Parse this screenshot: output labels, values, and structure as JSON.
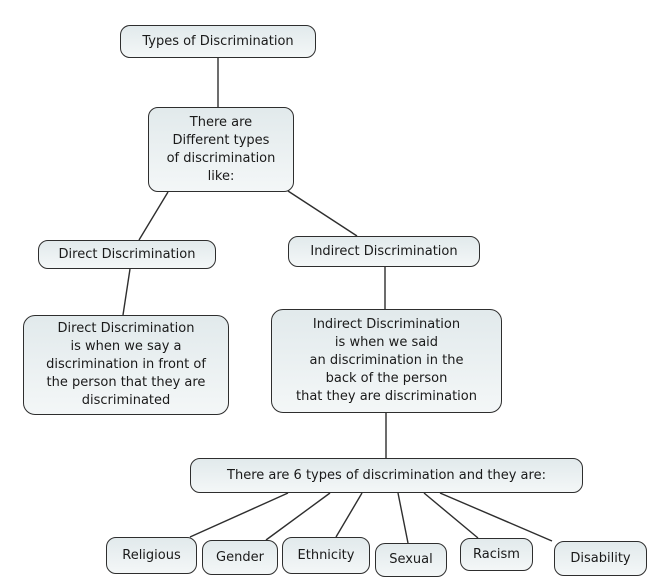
{
  "diagram": {
    "title": "Types of Discrimination",
    "type": "concept-map",
    "colors": {
      "node_fill": "#eaf0f1",
      "node_border": "#2e2e2e",
      "text_color": "#1a1a1a",
      "line_color": "#2e2e2e",
      "bg_color": "#ffffff"
    },
    "nodes": {
      "root": {
        "label": "Types of Discrimination"
      },
      "intro": {
        "label": "There are\nDifferent types\nof discrimination\nlike:"
      },
      "direct": {
        "label": "Direct Discrimination"
      },
      "indirect": {
        "label": "Indirect Discrimination"
      },
      "direct_desc": {
        "label": "Direct Discrimination\nis when we say a\ndiscrimination in front of\nthe person that they are\ndiscriminated"
      },
      "indirect_desc": {
        "label": "Indirect Discrimination\nis when we said\nan discrimination in the\nback of the person\nthat they are discrimination"
      },
      "six_types": {
        "label": "There are 6 types of discrimination and they are:"
      },
      "religious": {
        "label": "Religious"
      },
      "gender": {
        "label": "Gender"
      },
      "ethnicity": {
        "label": "Ethnicity"
      },
      "sexual": {
        "label": "Sexual"
      },
      "racism": {
        "label": "Racism"
      },
      "disability": {
        "label": "Disability"
      }
    },
    "edges": [
      {
        "from": "root",
        "to": "intro"
      },
      {
        "from": "intro",
        "to": "direct"
      },
      {
        "from": "intro",
        "to": "indirect"
      },
      {
        "from": "direct",
        "to": "direct_desc"
      },
      {
        "from": "indirect",
        "to": "indirect_desc"
      },
      {
        "from": "indirect_desc",
        "to": "six_types"
      },
      {
        "from": "six_types",
        "to": "religious"
      },
      {
        "from": "six_types",
        "to": "gender"
      },
      {
        "from": "six_types",
        "to": "ethnicity"
      },
      {
        "from": "six_types",
        "to": "sexual"
      },
      {
        "from": "six_types",
        "to": "racism"
      },
      {
        "from": "six_types",
        "to": "disability"
      }
    ]
  }
}
